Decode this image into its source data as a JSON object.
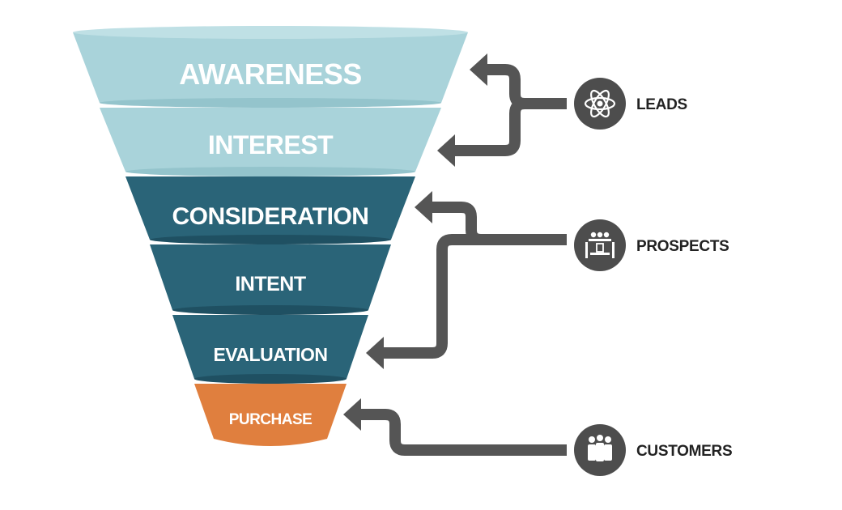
{
  "stages": [
    {
      "label": "AWARENESS",
      "color": "#a9d3da"
    },
    {
      "label": "INTEREST",
      "color": "#a9d3da"
    },
    {
      "label": "CONSIDERATION",
      "color": "#2a6478"
    },
    {
      "label": "INTENT",
      "color": "#2a6478"
    },
    {
      "label": "EVALUATION",
      "color": "#2a6478"
    },
    {
      "label": "PURCHASE",
      "color": "#e07f3e"
    }
  ],
  "groups": [
    {
      "label": "LEADS",
      "icon": "atom-icon"
    },
    {
      "label": "PROSPECTS",
      "icon": "meeting-icon"
    },
    {
      "label": "CUSTOMERS",
      "icon": "people-icon"
    }
  ],
  "colors": {
    "arrow": "#555555",
    "icon_circle": "#4d4d4d",
    "label_text": "#222222"
  }
}
